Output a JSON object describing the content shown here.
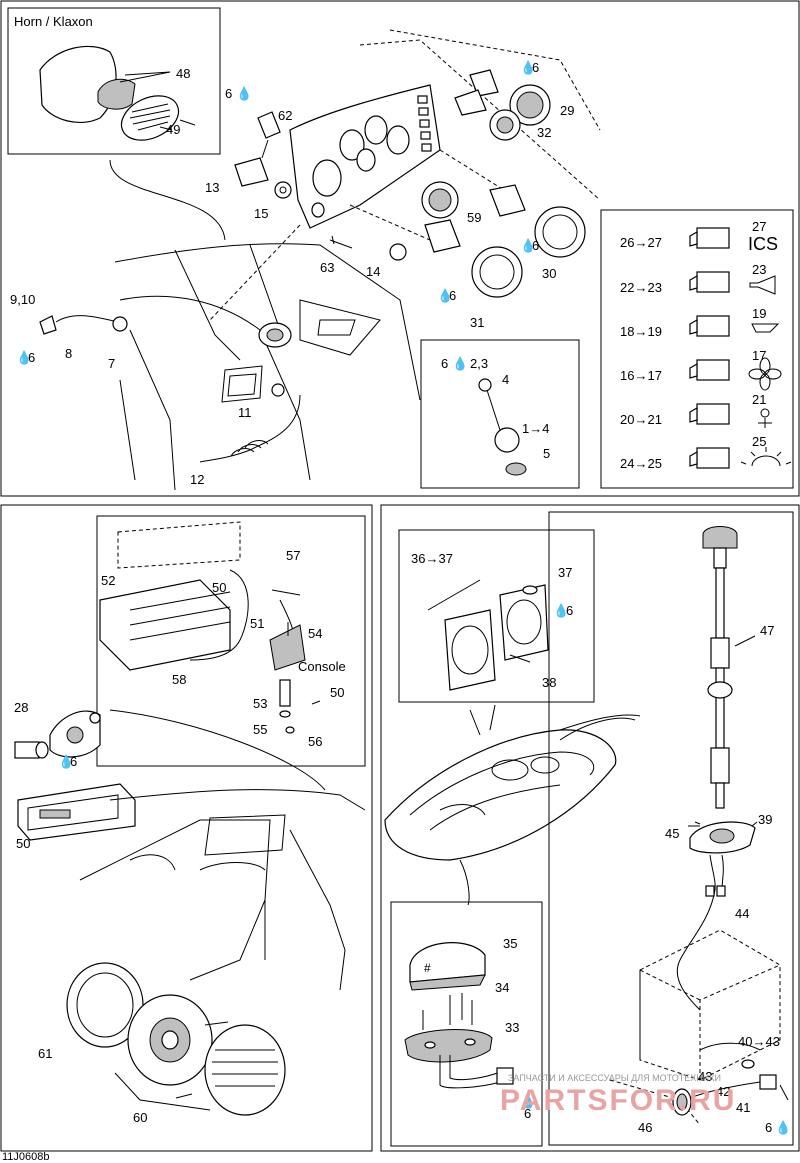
{
  "diagram_code": "11J0608b",
  "horn_box_title": "Horn  / Klaxon",
  "console_label": "Console",
  "icons": {
    "ics_text": "ICS",
    "drop": "oil-drop-icon",
    "horn": "horn-icon",
    "trim": "trim-icon",
    "fan": "fan-icon",
    "bilge": "bilge-icon",
    "light": "navigation-light-icon"
  },
  "arrow": "→",
  "callouts": {
    "c1_4": "1→4",
    "c2_3": "2,3",
    "c4": "4",
    "c5": "5",
    "c6": "6",
    "c7": "7",
    "c8": "8",
    "c9_10": "9,10",
    "c11": "11",
    "c12": "12",
    "c13": "13",
    "c14": "14",
    "c15": "15",
    "c16_17": "16→17",
    "c17": "17",
    "c18_19": "18→19",
    "c19": "19",
    "c20_21": "20→21",
    "c21": "21",
    "c22_23": "22→23",
    "c23": "23",
    "c24_25": "24→25",
    "c25": "25",
    "c26_27": "26→27",
    "c27": "27",
    "c28": "28",
    "c29": "29",
    "c30": "30",
    "c31": "31",
    "c32": "32",
    "c33": "33",
    "c34": "34",
    "c35": "35",
    "c36_37": "36→37",
    "c37": "37",
    "c38": "38",
    "c39": "39",
    "c40_43": "40→43",
    "c41": "41",
    "c42": "42",
    "c43": "43",
    "c44": "44",
    "c45": "45",
    "c46": "46",
    "c47": "47",
    "c48": "48",
    "c49": "49",
    "c50a": "50",
    "c50b": "50",
    "c50c": "50",
    "c51": "51",
    "c52": "52",
    "c53": "53",
    "c54": "54",
    "c55": "55",
    "c56": "56",
    "c57": "57",
    "c58": "58",
    "c59": "59",
    "c60": "60",
    "c61": "61",
    "c62": "62",
    "c63": "63"
  },
  "watermark": {
    "small": "ЗАПЧАСТИ И АКСЕССУАРЫ ДЛЯ МОТОТЕХНИКИ",
    "large": "PARTSFOR.RU"
  },
  "colors": {
    "line": "#000000",
    "watermark": "#e9a3a3"
  }
}
